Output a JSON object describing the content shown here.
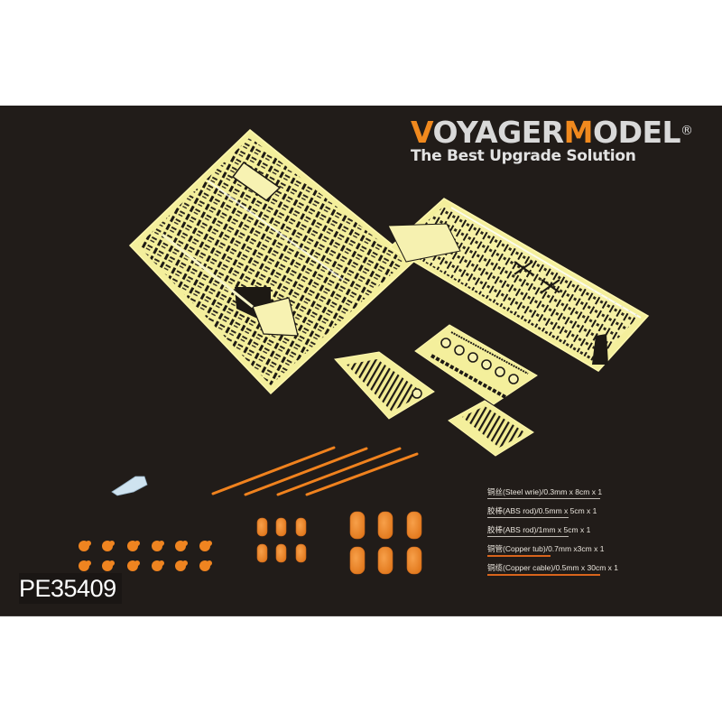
{
  "brand": {
    "name_accent_1": "V",
    "name_part_1": "OYAGER",
    "name_accent_2": "M",
    "name_part_2": "ODEL",
    "registered_mark": "®",
    "tagline": "The Best Upgrade Solution",
    "accent_color": "#f0891e",
    "text_color": "#d9d9d9"
  },
  "product": {
    "code": "PE35409",
    "background_color": "#211c19"
  },
  "components": {
    "photo_etched_sheets": 5,
    "sheet_color": "#f4ef9c",
    "copper_rods": 4,
    "small_turned_parts": 12,
    "small_cylinders": 6,
    "large_cylinders": 6,
    "clear_part": 1,
    "orange_color": "#f0821e"
  },
  "specs": [
    {
      "label": "铜丝(Steel wrie)/0.3mm x 8cm x 1",
      "underline": "white",
      "underline_width": 125
    },
    {
      "label": "胶棒(ABS rod)/0.5mm x 5cm x 1",
      "underline": "white",
      "underline_width": 90
    },
    {
      "label": "胶棒(ABS rod)/1mm x 5cm x 1",
      "underline": "white",
      "underline_width": 90
    },
    {
      "label": "铜管(Copper tub)/0.7mm x3cm x 1",
      "underline": "orange",
      "underline_width": 70
    },
    {
      "label": "铜缆(Copper cable)/0.5mm x 30cm x 1",
      "underline": "orange",
      "underline_width": 125
    }
  ]
}
